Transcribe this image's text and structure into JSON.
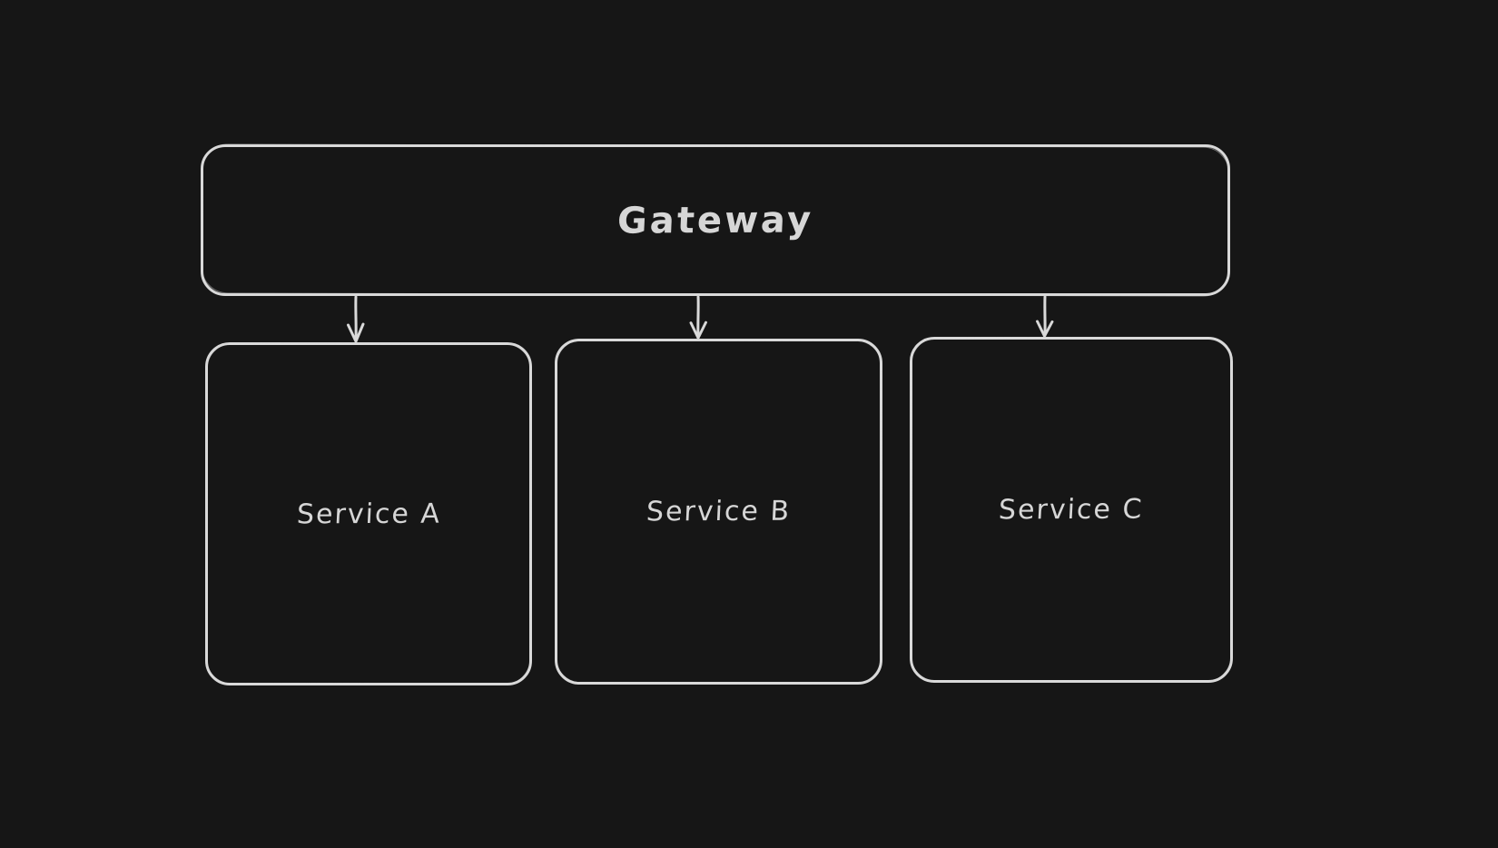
{
  "theme": {
    "canvas_bg": "#161616",
    "stroke": "#d9d9d9",
    "text": "#d6d6d6"
  },
  "diagram": {
    "type": "architecture-flowchart",
    "style": "hand-drawn",
    "nodes": [
      {
        "id": "gateway",
        "label": "Gateway"
      },
      {
        "id": "service-a",
        "label": "Service A"
      },
      {
        "id": "service-b",
        "label": "Service B"
      },
      {
        "id": "service-c",
        "label": "Service C"
      }
    ],
    "edges": [
      {
        "from": "gateway",
        "to": "service-a",
        "direction": "down",
        "arrowhead": "v"
      },
      {
        "from": "gateway",
        "to": "service-b",
        "direction": "down",
        "arrowhead": "v"
      },
      {
        "from": "gateway",
        "to": "service-c",
        "direction": "down",
        "arrowhead": "v"
      }
    ]
  }
}
